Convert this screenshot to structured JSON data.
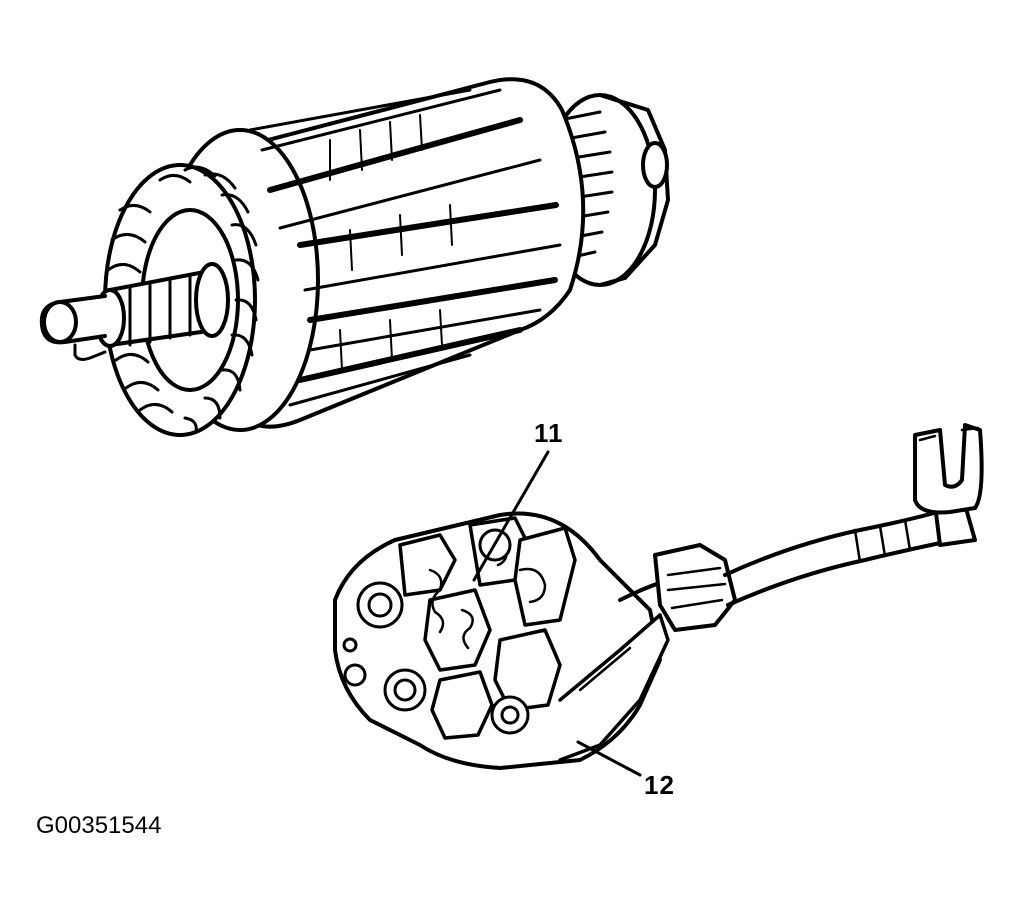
{
  "callouts": {
    "label_11": "11",
    "label_12": "12"
  },
  "figure_id": "G00351544",
  "colors": {
    "line": "#000000",
    "background": "#ffffff"
  }
}
